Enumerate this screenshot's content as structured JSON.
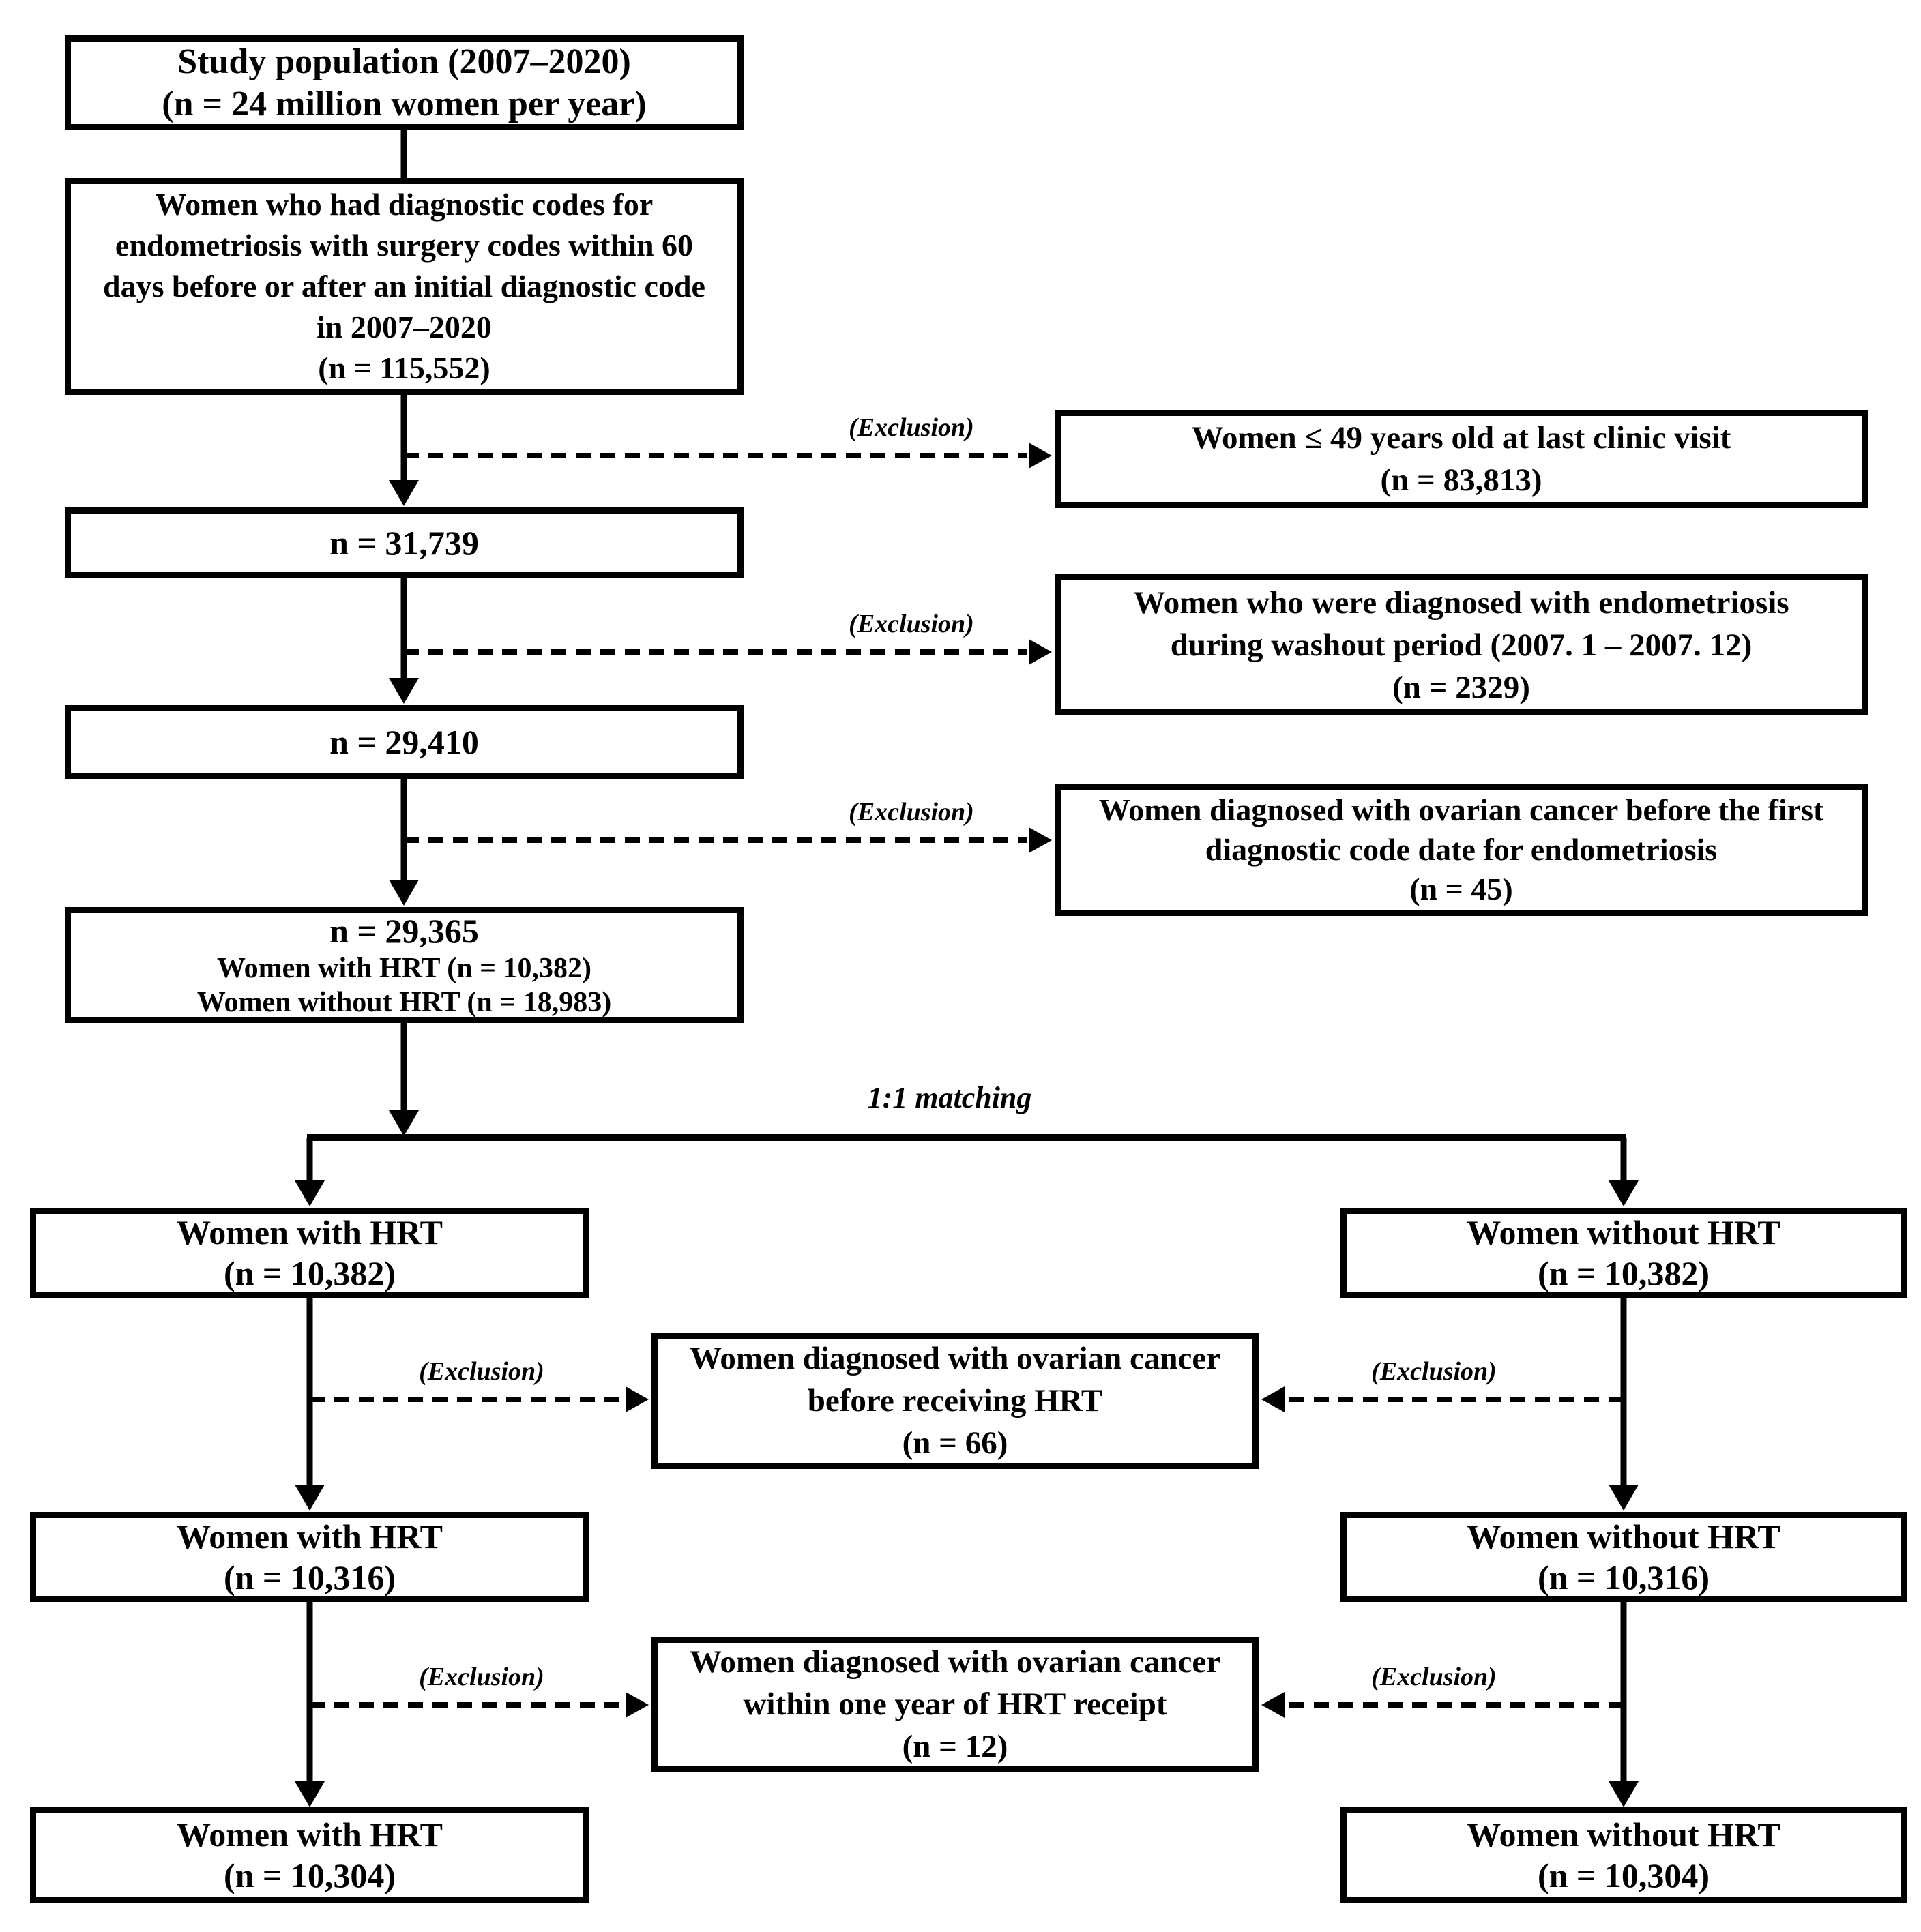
{
  "figure": {
    "type": "study-flow-diagram",
    "ink_color": "#000000",
    "background_color": "#ffffff"
  },
  "labels": {
    "exclusion": "(Exclusion)",
    "matching": "1:1 matching"
  },
  "boxes": {
    "study_population": {
      "lines": [
        "Study population (2007–2020)",
        "(n = 24 million women per year)"
      ]
    },
    "diagnostic_codes": {
      "lines": [
        "Women who had diagnostic codes for",
        "endometriosis with surgery codes within 60",
        "days before or after an initial diagnostic code",
        "in 2007–2020",
        "(n = 115,552)"
      ]
    },
    "n31739": {
      "lines": [
        "n = 31,739"
      ]
    },
    "n29410": {
      "lines": [
        "n = 29,410"
      ]
    },
    "n29365": {
      "lines": [
        "n = 29,365",
        "Women with HRT (n = 10,382)",
        "Women without HRT (n = 18,983)"
      ]
    },
    "excl_age": {
      "lines": [
        "Women ≤ 49 years old at last clinic visit",
        "(n = 83,813)"
      ]
    },
    "excl_washout": {
      "lines": [
        "Women who were diagnosed with endometriosis",
        "during washout period (2007. 1 – 2007. 12)",
        "(n = 2329)"
      ]
    },
    "excl_prior_cancer": {
      "lines": [
        "Women diagnosed with ovarian cancer before the first",
        "diagnostic code date for endometriosis",
        "(n = 45)"
      ]
    },
    "hrt_matched": {
      "lines": [
        "Women with HRT",
        "(n = 10,382)"
      ]
    },
    "no_hrt_matched": {
      "lines": [
        "Women without HRT",
        "(n = 10,382)"
      ]
    },
    "excl_cancer_before_hrt": {
      "lines": [
        "Women diagnosed with ovarian cancer",
        "before receiving HRT",
        "(n = 66)"
      ]
    },
    "hrt_10316": {
      "lines": [
        "Women with HRT",
        "(n = 10,316)"
      ]
    },
    "no_hrt_10316": {
      "lines": [
        "Women without HRT",
        "(n = 10,316)"
      ]
    },
    "excl_cancer_one_year": {
      "lines": [
        "Women diagnosed with ovarian cancer",
        "within one year of HRT receipt",
        "(n = 12)"
      ]
    },
    "hrt_final": {
      "lines": [
        "Women with HRT",
        "(n = 10,304)"
      ]
    },
    "no_hrt_final": {
      "lines": [
        "Women without HRT",
        "(n = 10,304)"
      ]
    }
  }
}
